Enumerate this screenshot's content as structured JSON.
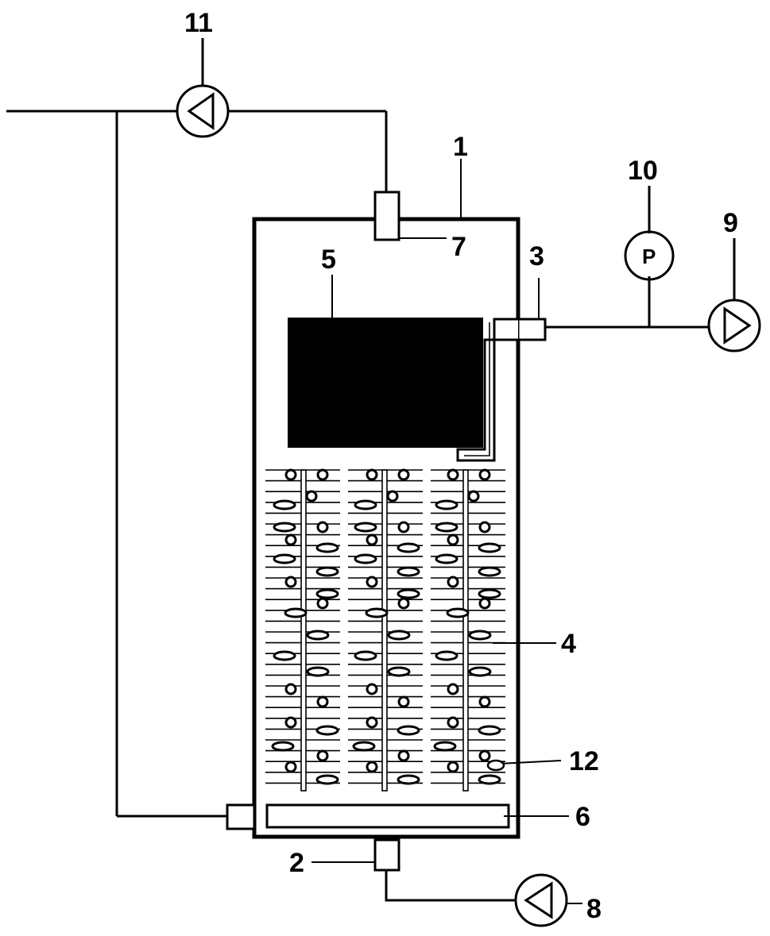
{
  "labels": {
    "vessel": "1",
    "bottom_port": "2",
    "side_port": "3",
    "packing": "4",
    "block": "5",
    "distributor": "6",
    "top_port": "7",
    "bottom_pump": "8",
    "right_pump": "9",
    "gauge": "10",
    "top_pump": "11",
    "bubble": "12"
  },
  "gauge_symbol": "P",
  "icons": {
    "pump": "pump-circle-triangle-icon",
    "gauge": "pressure-gauge-icon"
  },
  "colors": {
    "line": "#000000",
    "fill_dark": "#000000",
    "background": "#ffffff"
  }
}
